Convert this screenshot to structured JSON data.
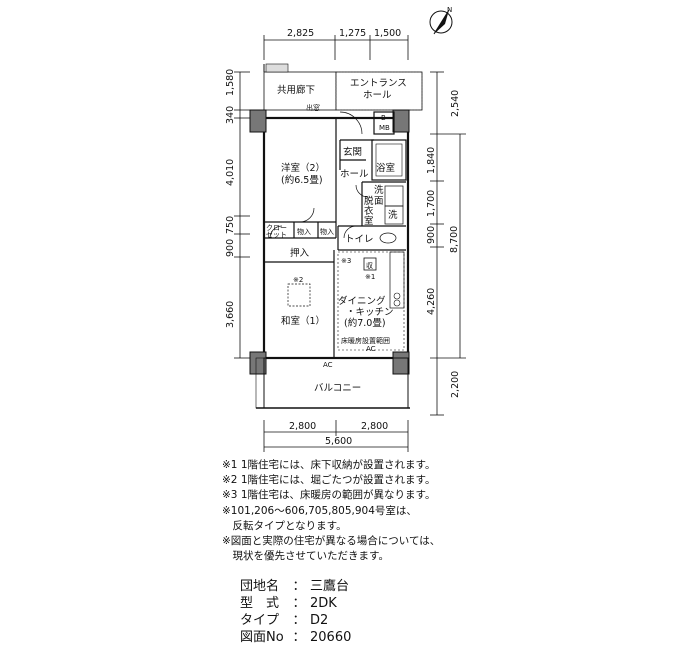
{
  "floorplan": {
    "compass_label": "N",
    "dims_top": [
      "2,825",
      "1,275",
      "1,500"
    ],
    "dims_bottom": [
      "2,800",
      "2,800",
      "5,600"
    ],
    "dims_left": [
      "1,580",
      "340",
      "4,010",
      "750",
      "900",
      "3,660"
    ],
    "dims_right": [
      "2,540",
      "1,840",
      "1,700",
      "900",
      "4,260",
      "8,700",
      "2,200"
    ],
    "rooms": {
      "common_corridor": "共用廊下",
      "entrance_hall_1": "エントランス",
      "entrance_hall_2": "ホール",
      "exit": "出窓",
      "mb_b": "B",
      "mb": "MB",
      "western_room_1": "洋室（2）",
      "western_room_2": "(約6.5畳)",
      "genkan": "玄関",
      "bath": "浴室",
      "hall": "ホール",
      "washroom_1": "洗",
      "washroom_2": "面",
      "washroom_3": "脱",
      "washroom_4": "衣",
      "washroom_5": "室",
      "washer": "洗",
      "closet_1": "クロー",
      "closet_2": "ゼット",
      "storage_1": "物入",
      "storage_2": "物入",
      "toilet": "トイレ",
      "oshiire": "押入",
      "note3_mark": "※3",
      "fridge": "収",
      "note1_mark": "※1",
      "note2_mark": "※2",
      "dining_1": "ダイニング",
      "dining_2": "・キッチン",
      "dining_3": "(約7.0畳)",
      "japanese_room": "和室（1）",
      "floor_heating": "床暖房設置範囲",
      "ac_1": "AC",
      "ac_2": "AC",
      "balcony": "バルコニー"
    }
  },
  "notes": [
    "※1 1階住宅には、床下収納が設置されます。",
    "※2 1階住宅には、堀ごたつが設置されます。",
    "※3 1階住宅は、床暖房の範囲が異なります。",
    "※101,206～606,705,805,904号室は、",
    "　反転タイプとなります。",
    "※図面と実際の住宅が異なる場合については、",
    "　現状を優先させていただきます。"
  ],
  "info": [
    {
      "label": "団地名",
      "value": "三鷹台"
    },
    {
      "label": "型　式",
      "value": "2DK"
    },
    {
      "label": "タイプ",
      "value": "D2"
    },
    {
      "label": "図面No",
      "value": "20660"
    }
  ]
}
